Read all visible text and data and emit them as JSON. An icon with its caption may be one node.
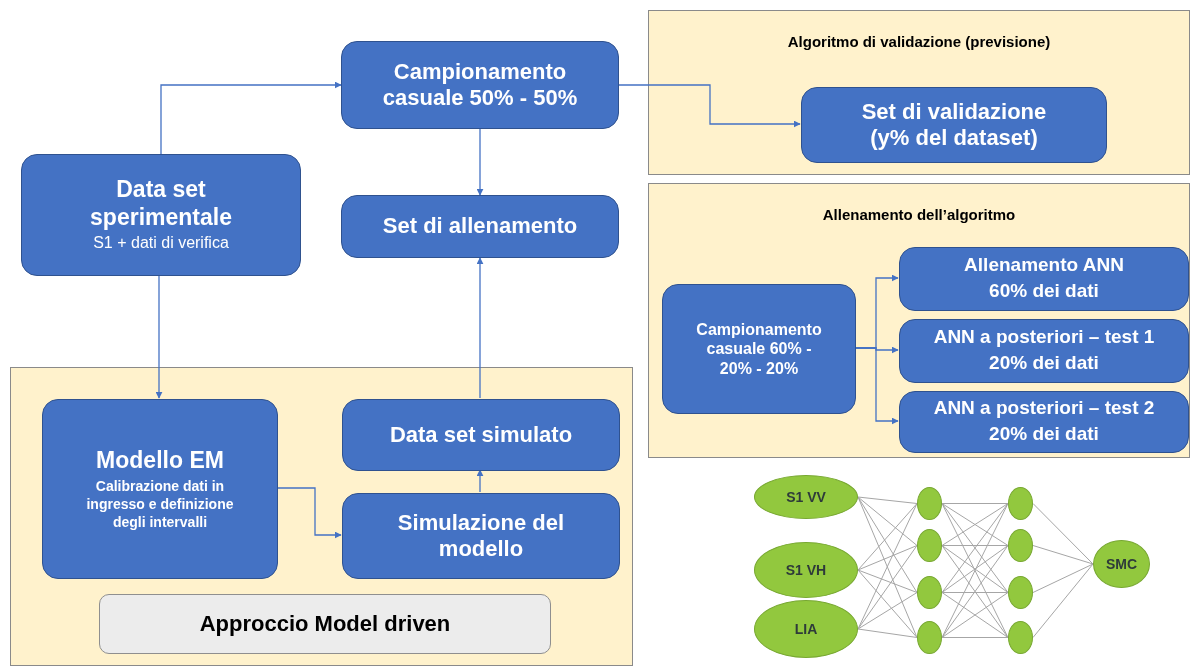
{
  "diagram": {
    "nodes": [
      {
        "text": [
          "Algoritmo di validazione (previsione)"
        ]
      },
      {
        "text": [
          "Set di validazione (y% del dataset)"
        ],
        "in": 0
      },
      {
        "text": [
          "Allenamento dell’algoritmo"
        ]
      },
      {
        "text": [
          "Campionamento casuale 60% - 20% - 20%"
        ],
        "in": 2
      },
      {
        "text": [
          "Allenamento ANN",
          "60% dei dati"
        ],
        "in": 2
      },
      {
        "text": [
          "ANN a posteriori – test 1",
          "20% dei dati"
        ],
        "in": 2
      },
      {
        "text": [
          "ANN a posteriori – test 2",
          "20% dei dati"
        ],
        "in": 2
      },
      {
        "text": [
          "Campionamento casuale 50% - 50%"
        ]
      },
      {
        "text": [
          "Data set sperimentale",
          "S1 + dati di verifica"
        ]
      },
      {
        "text": [
          "Set di allenamento"
        ]
      },
      {
        "text": [],
        "shape": "box"
      },
      {
        "text": [
          "Modello EM",
          "Calibrazione dati in ingresso e definizione degli intervalli"
        ],
        "in": 10
      },
      {
        "text": [
          "Data set simulato"
        ],
        "in": 10
      },
      {
        "text": [
          "Simulazione del modello"
        ],
        "in": 10
      },
      {
        "text": [
          "Approccio Model driven"
        ],
        "in": 10
      },
      {
        "text": [
          "S1 VV"
        ]
      },
      {
        "text": [
          "S1 VH"
        ]
      },
      {
        "text": [
          "LIA"
        ]
      },
      {
        "text": [],
        "shape": "circle"
      },
      {
        "text": [],
        "shape": "circle"
      },
      {
        "text": [],
        "shape": "circle"
      },
      {
        "text": [],
        "shape": "circle"
      },
      {
        "text": [],
        "shape": "circle"
      },
      {
        "text": [],
        "shape": "circle"
      },
      {
        "text": [],
        "shape": "circle"
      },
      {
        "text": [],
        "shape": "circle"
      },
      {
        "text": [
          "SMC"
        ]
      }
    ],
    "edges": [
      {
        "from": 8,
        "to": 7,
        "arrow": "to",
        "color": "#4472c4"
      },
      {
        "from": 7,
        "to": 1,
        "arrow": "to",
        "color": "#4472c4"
      },
      {
        "from": 7,
        "to": 9,
        "arrow": "to",
        "color": "#4472c4"
      },
      {
        "from": 8,
        "to": 11,
        "arrow": "to",
        "color": "#4472c4"
      },
      {
        "from": 11,
        "to": 13,
        "arrow": "to",
        "color": "#4472c4"
      },
      {
        "from": 13,
        "to": 12,
        "arrow": "to",
        "color": "#4472c4"
      },
      {
        "from": 12,
        "to": 9,
        "arrow": "to",
        "color": "#4472c4"
      },
      {
        "from": 3,
        "to": 4,
        "arrow": "to",
        "color": "#4472c4"
      },
      {
        "from": 3,
        "to": 5,
        "arrow": "to",
        "color": "#4472c4"
      },
      {
        "from": 3,
        "to": 6,
        "arrow": "to",
        "color": "#4472c4"
      },
      {
        "from": 15,
        "to": 18,
        "arrow": "none"
      },
      {
        "from": 15,
        "to": 19,
        "arrow": "none"
      },
      {
        "from": 15,
        "to": 20,
        "arrow": "none"
      },
      {
        "from": 15,
        "to": 21,
        "arrow": "none"
      },
      {
        "from": 16,
        "to": 18,
        "arrow": "none"
      },
      {
        "from": 16,
        "to": 19,
        "arrow": "none"
      },
      {
        "from": 16,
        "to": 20,
        "arrow": "none"
      },
      {
        "from": 16,
        "to": 21,
        "arrow": "none"
      },
      {
        "from": 17,
        "to": 18,
        "arrow": "none"
      },
      {
        "from": 17,
        "to": 19,
        "arrow": "none"
      },
      {
        "from": 17,
        "to": 20,
        "arrow": "none"
      },
      {
        "from": 17,
        "to": 21,
        "arrow": "none"
      },
      {
        "from": 18,
        "to": 22,
        "arrow": "none"
      },
      {
        "from": 18,
        "to": 23,
        "arrow": "none"
      },
      {
        "from": 18,
        "to": 24,
        "arrow": "none"
      },
      {
        "from": 18,
        "to": 25,
        "arrow": "none"
      },
      {
        "from": 19,
        "to": 22,
        "arrow": "none"
      },
      {
        "from": 19,
        "to": 23,
        "arrow": "none"
      },
      {
        "from": 19,
        "to": 24,
        "arrow": "none"
      },
      {
        "from": 19,
        "to": 25,
        "arrow": "none"
      },
      {
        "from": 20,
        "to": 22,
        "arrow": "none"
      },
      {
        "from": 20,
        "to": 23,
        "arrow": "none"
      },
      {
        "from": 20,
        "to": 24,
        "arrow": "none"
      },
      {
        "from": 20,
        "to": 25,
        "arrow": "none"
      },
      {
        "from": 21,
        "to": 22,
        "arrow": "none"
      },
      {
        "from": 21,
        "to": 23,
        "arrow": "none"
      },
      {
        "from": 21,
        "to": 24,
        "arrow": "none"
      },
      {
        "from": 21,
        "to": 25,
        "arrow": "none"
      },
      {
        "from": 22,
        "to": 26,
        "arrow": "none"
      },
      {
        "from": 23,
        "to": 26,
        "arrow": "none"
      },
      {
        "from": 24,
        "to": 26,
        "arrow": "none"
      },
      {
        "from": 25,
        "to": 26,
        "arrow": "none"
      }
    ]
  }
}
